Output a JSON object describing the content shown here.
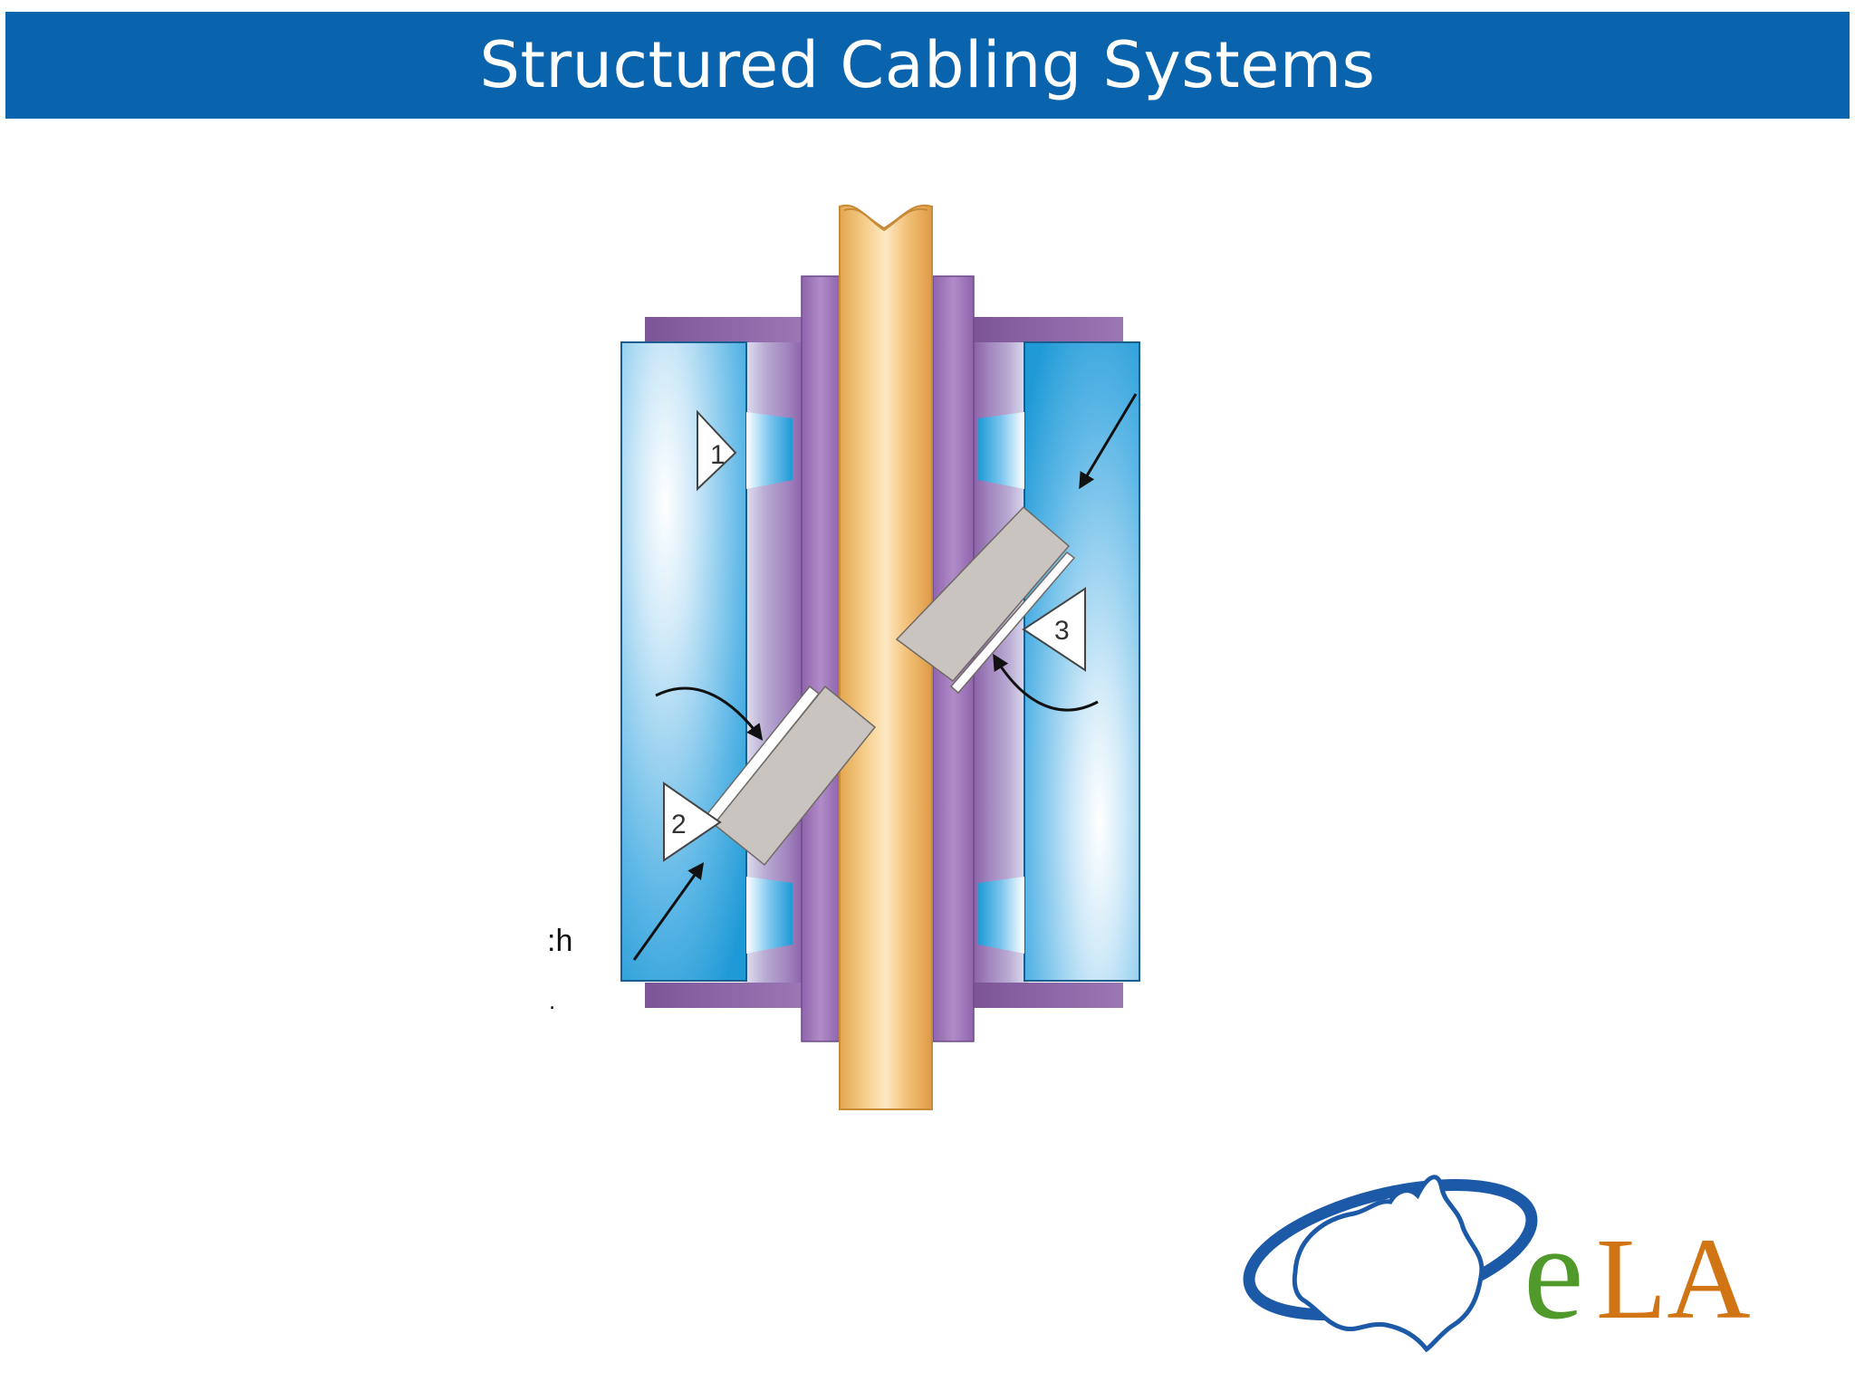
{
  "header": {
    "title": "Structured Cabling Systems"
  },
  "diagram": {
    "labels": [
      "1",
      "2",
      "3"
    ],
    "fragments": {
      "left_text": ":h",
      "dot": "."
    }
  },
  "logo": {
    "text_e": "e",
    "text_la": "LA",
    "colors": {
      "ring": "#1c5aa8",
      "e": "#4f9a2a",
      "la": "#d07414"
    }
  }
}
